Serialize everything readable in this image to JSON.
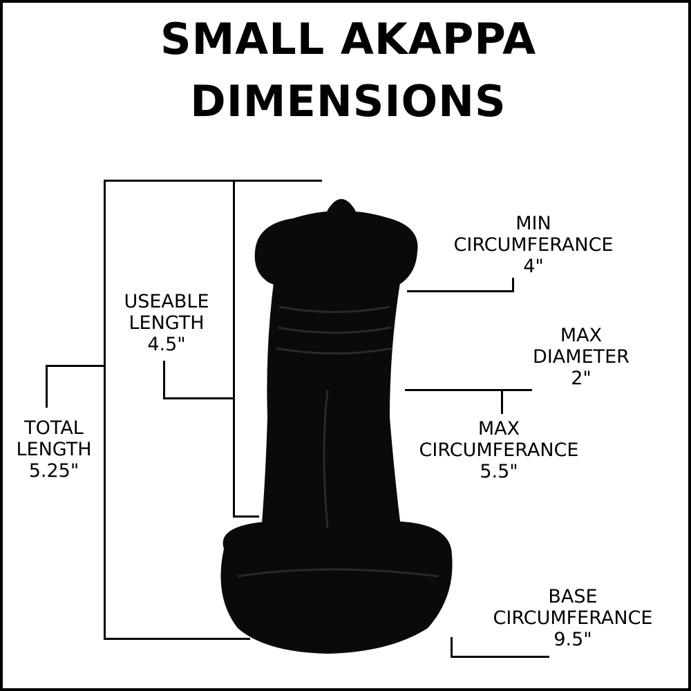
{
  "title": {
    "line1": "SMALL AKAPPA",
    "line2": "DIMENSIONS"
  },
  "labels": {
    "min_circumference": [
      "MIN",
      "CIRCUMFERANCE",
      "4\""
    ],
    "useable_length": [
      "USEABLE",
      "LENGTH",
      "4.5\""
    ],
    "total_length": [
      "TOTAL",
      "LENGTH",
      "5.25\""
    ],
    "max_diameter": [
      "MAX",
      "DIAMETER",
      "2\""
    ],
    "max_circumference": [
      "MAX",
      "CIRCUMFERANCE",
      "5.5\""
    ],
    "base_circumference": [
      "BASE",
      "CIRCUMFERANCE",
      "9.5\""
    ]
  },
  "colors": {
    "product": "#0a0a0a",
    "line": "#000000",
    "background": "#ffffff"
  }
}
